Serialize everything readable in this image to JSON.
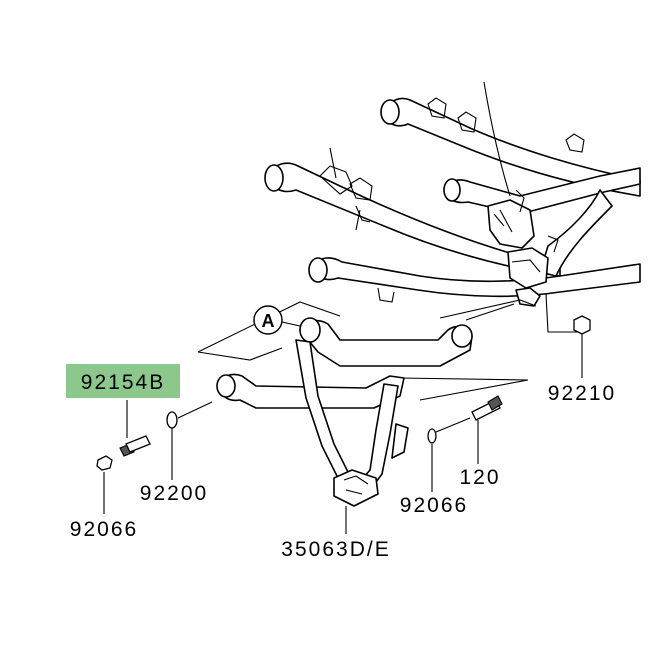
{
  "colors": {
    "highlight_fill": "#8cc88c",
    "line": "#000000",
    "background": "#ffffff"
  },
  "callout": {
    "letter": "A"
  },
  "parts": {
    "highlighted": "92154B",
    "p92200": "92200",
    "p92066_left": "92066",
    "p92066_right": "92066",
    "p120": "120",
    "p92210": "92210",
    "p35063": "35063D/E"
  }
}
